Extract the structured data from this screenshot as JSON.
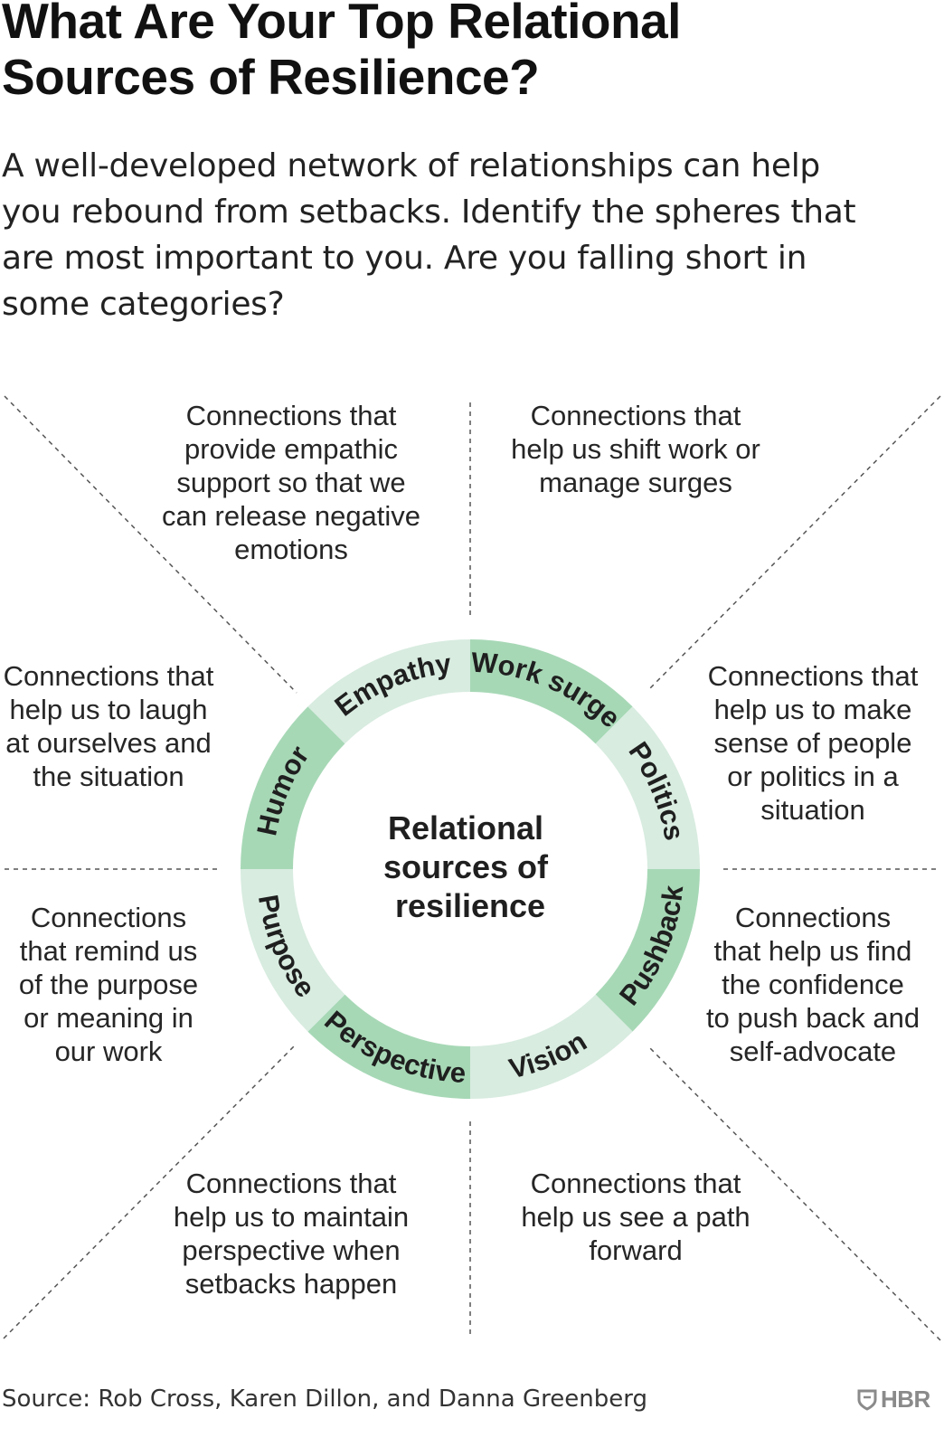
{
  "header": {
    "title_line1": "What Are Your Top Relational",
    "title_line2": "Sources of Resilience?",
    "subtitle_lines": [
      "A well-developed network of relationships can help",
      "you rebound from setbacks. Identify the spheres that",
      "are most important to you. Are you falling short in",
      "some categories?"
    ]
  },
  "diagram": {
    "center_lines": [
      "Relational",
      "sources of",
      "resilience"
    ],
    "segments": [
      {
        "label": "Empathy",
        "color": "#d8ece0"
      },
      {
        "label": "Work surge",
        "color": "#a7d8b6"
      },
      {
        "label": "Politics",
        "color": "#d8ece0"
      },
      {
        "label": "Pushback",
        "color": "#a7d8b6"
      },
      {
        "label": "Vision",
        "color": "#d8ece0"
      },
      {
        "label": "Perspective",
        "color": "#a7d8b6"
      },
      {
        "label": "Purpose",
        "color": "#d8ece0"
      },
      {
        "label": "Humor",
        "color": "#a7d8b6"
      }
    ],
    "descriptions": {
      "empathy": [
        "Connections that",
        "provide empathic",
        "support so that we",
        "can release negative",
        "emotions"
      ],
      "work_surge": [
        "Connections that",
        "help us shift work or",
        "manage surges"
      ],
      "politics": [
        "Connections that",
        "help us to make",
        "sense of people",
        "or politics in a",
        "situation"
      ],
      "pushback": [
        "Connections",
        "that help us find",
        "the confidence",
        "to push back and",
        "self-advocate"
      ],
      "vision": [
        "Connections that",
        "help us see a path",
        "forward"
      ],
      "perspective": [
        "Connections that",
        "help us to maintain",
        "perspective when",
        "setbacks happen"
      ],
      "purpose": [
        "Connections",
        "that remind us",
        "of the purpose",
        "or meaning in",
        "our work"
      ],
      "humor": [
        "Connections that",
        "help us to laugh",
        "at ourselves and",
        "the situation"
      ]
    },
    "divider_color": "#555555"
  },
  "footer": {
    "source": "Source: Rob Cross, Karen Dillon, and Danna Greenberg",
    "logo_text": "HBR",
    "logo_icon": "shield-icon"
  }
}
